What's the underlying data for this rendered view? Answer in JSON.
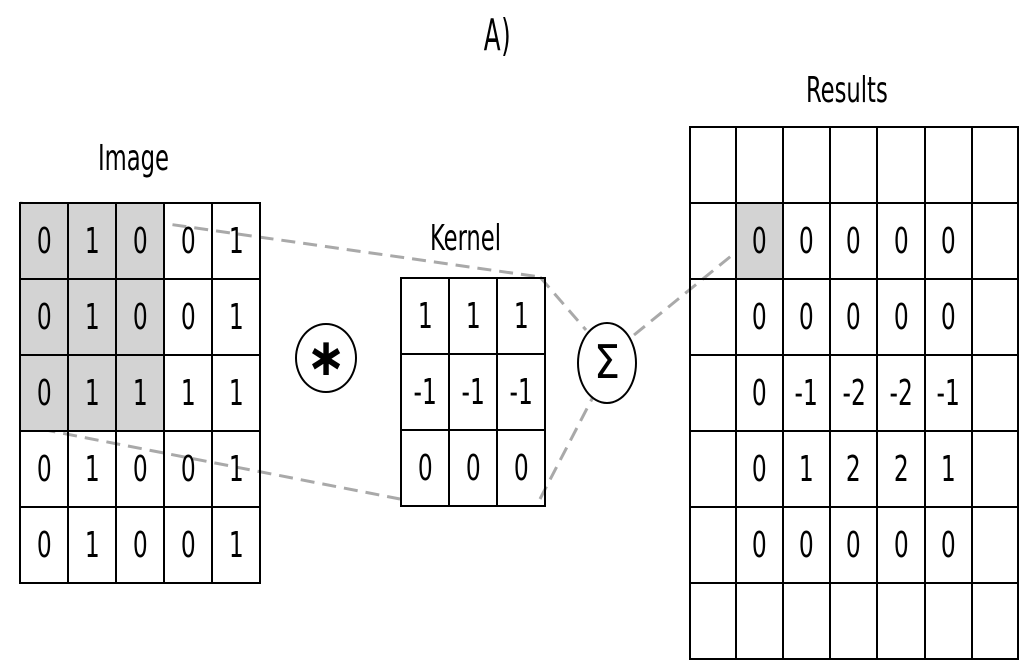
{
  "title": "A)",
  "image": {
    "label": "Image",
    "rows": [
      [
        "0",
        "1",
        "0",
        "0",
        "1"
      ],
      [
        "0",
        "1",
        "0",
        "0",
        "1"
      ],
      [
        "0",
        "1",
        "1",
        "1",
        "1"
      ],
      [
        "0",
        "1",
        "0",
        "0",
        "1"
      ],
      [
        "0",
        "1",
        "0",
        "0",
        "1"
      ]
    ],
    "highlight": [
      [
        0,
        0
      ],
      [
        0,
        1
      ],
      [
        0,
        2
      ],
      [
        1,
        0
      ],
      [
        1,
        1
      ],
      [
        1,
        2
      ],
      [
        2,
        0
      ],
      [
        2,
        1
      ],
      [
        2,
        2
      ]
    ]
  },
  "kernel": {
    "label": "Kernel",
    "rows": [
      [
        "1",
        "1",
        "1"
      ],
      [
        "-1",
        "-1",
        "-1"
      ],
      [
        "0",
        "0",
        "0"
      ]
    ]
  },
  "operators": {
    "convolution_symbol": "∗",
    "sum_symbol": "Σ"
  },
  "results": {
    "label": "Results",
    "rows": [
      [
        "",
        "",
        "",
        "",
        "",
        "",
        ""
      ],
      [
        "",
        "0",
        "0",
        "0",
        "0",
        "0",
        ""
      ],
      [
        "",
        "0",
        "0",
        "0",
        "0",
        "0",
        ""
      ],
      [
        "",
        "0",
        "-1",
        "-2",
        "-2",
        "-1",
        ""
      ],
      [
        "",
        "0",
        "1",
        "2",
        "2",
        "1",
        ""
      ],
      [
        "",
        "0",
        "0",
        "0",
        "0",
        "0",
        ""
      ],
      [
        "",
        "",
        "",
        "",
        "",
        "",
        ""
      ]
    ],
    "highlight": [
      [
        1,
        1
      ]
    ]
  },
  "colors": {
    "highlight": "#d3d3d3",
    "connector": "#a9a9a9",
    "line": "#000000"
  }
}
